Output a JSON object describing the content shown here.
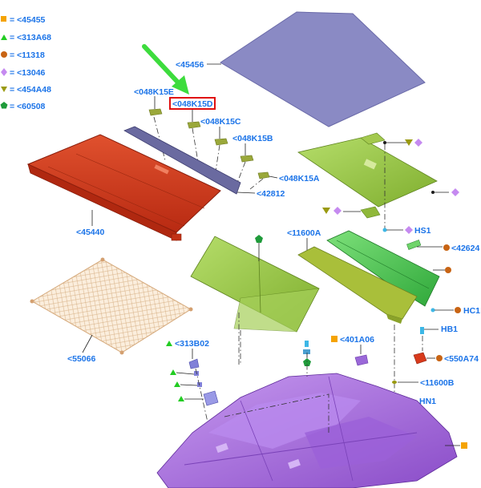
{
  "legend": [
    {
      "shape": "square",
      "color": "#f5a300",
      "text": "= <45455"
    },
    {
      "shape": "triangle",
      "color": "#22cc22",
      "text": "= <313A68"
    },
    {
      "shape": "circle",
      "color": "#c86414",
      "text": "= <11318"
    },
    {
      "shape": "diamond",
      "color": "#c58af0",
      "text": "= <13046"
    },
    {
      "shape": "triangle-down",
      "color": "#9a9a10",
      "text": "= <454A48"
    },
    {
      "shape": "pentagon",
      "color": "#1f9b3a",
      "text": "= <60508"
    }
  ],
  "labels": {
    "l45456": "<45456",
    "l048K15E": "<048K15E",
    "l048K15D": "<048K15D",
    "l048K15C": "<048K15C",
    "l048K15B": "<048K15B",
    "l048K15A": "<048K15A",
    "l42812": "<42812",
    "l45440": "<45440",
    "l55066": "<55066",
    "l11600A": "<11600A",
    "lHS1": "HS1",
    "l42624": "<42624",
    "lHC1": "HC1",
    "lHB1": "HB1",
    "l550A74": "<550A74",
    "l313B02": "<313B02",
    "l401A06": "<401A06",
    "l11600B": "<11600B",
    "lHN1": "HN1"
  },
  "colors": {
    "label_blue": "#1a73e8",
    "arrow_green": "#3ddc3d",
    "highlight_red": "#e01010",
    "package_tray": "#d23a1c",
    "roof_panel": "#8a8ac4",
    "floor": "#a86adc",
    "green_panels": "#8fc63a",
    "net": "#f2d9b8"
  }
}
